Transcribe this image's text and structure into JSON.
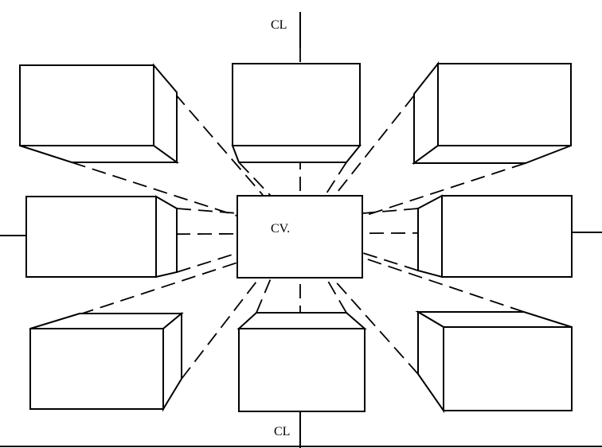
{
  "labels": {
    "center_line_top": "CL",
    "center_line_bottom": "CL",
    "center_view": "CV."
  },
  "colors": {
    "line": "#000000",
    "background": "#ffffff"
  }
}
